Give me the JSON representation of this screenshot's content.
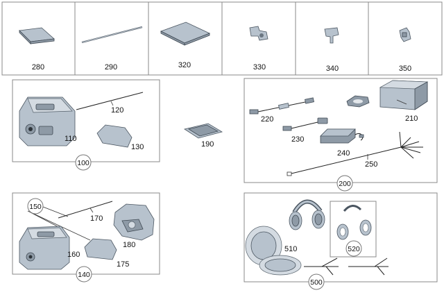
{
  "top_row": {
    "items": [
      {
        "label": "280"
      },
      {
        "label": "290"
      },
      {
        "label": "320"
      },
      {
        "label": "330"
      },
      {
        "label": "340"
      },
      {
        "label": "350"
      }
    ]
  },
  "group_100": {
    "callout": "100",
    "labels": {
      "p110": "110",
      "p120": "120",
      "p130": "130"
    }
  },
  "standalone": {
    "p190": "190"
  },
  "group_200": {
    "callout": "200",
    "labels": {
      "p210": "210",
      "p220": "220",
      "p230": "230",
      "p240": "240",
      "p250": "250"
    }
  },
  "group_140": {
    "callout": "140",
    "sub_callout": "150",
    "labels": {
      "p160": "160",
      "p170": "170",
      "p175": "175",
      "p180": "180"
    }
  },
  "group_500": {
    "callout": "500",
    "sub_callout": "520",
    "labels": {
      "p510": "510"
    }
  },
  "colors": {
    "part_fill": "#b7c2cd",
    "part_outline": "#4a5560",
    "frame": "#888888"
  }
}
